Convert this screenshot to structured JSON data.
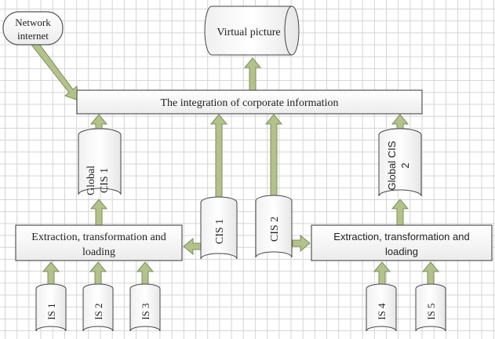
{
  "diagram": {
    "nodes": {
      "network": {
        "line1": "Network",
        "line2": "internet"
      },
      "virtual_picture": {
        "label": "Virtual picture"
      },
      "integration": {
        "label": "The integration of corporate information"
      },
      "global_cis_1": {
        "line1": "Global",
        "line2": "CIS 1"
      },
      "global_cis_2": {
        "line1": "Global CIS",
        "line2": "2"
      },
      "cis_1": {
        "label": "CIS 1"
      },
      "cis_2": {
        "label": "CIS 2"
      },
      "etl_left": {
        "line1": "Extraction, transformation and",
        "line2": "loading"
      },
      "etl_right": {
        "line1": "Extraction, transformation and",
        "line2": "loading"
      },
      "is_1": {
        "label": "IS 1"
      },
      "is_2": {
        "label": "IS 2"
      },
      "is_3": {
        "label": "IS 3"
      },
      "is_4": {
        "label": "IS 4"
      },
      "is_5": {
        "label": "IS 5"
      }
    },
    "edges": [
      {
        "from": "Network internet",
        "to": "The integration of corporate information"
      },
      {
        "from": "The integration of corporate information",
        "to": "Virtual picture"
      },
      {
        "from": "Global CIS 1",
        "to": "The integration of corporate information"
      },
      {
        "from": "CIS 1",
        "to": "The integration of corporate information"
      },
      {
        "from": "CIS 2",
        "to": "The integration of corporate information"
      },
      {
        "from": "Global CIS 2",
        "to": "The integration of corporate information"
      },
      {
        "from": "Extraction, transformation and loading (left)",
        "to": "Global CIS 1"
      },
      {
        "from": "Extraction, transformation and loading (right)",
        "to": "Global CIS 2"
      },
      {
        "from": "CIS 1",
        "to": "Extraction, transformation and loading (left)"
      },
      {
        "from": "CIS 2",
        "to": "Extraction, transformation and loading (right)"
      },
      {
        "from": "IS 1",
        "to": "Extraction, transformation and loading (left)"
      },
      {
        "from": "IS 2",
        "to": "Extraction, transformation and loading (left)"
      },
      {
        "from": "IS 3",
        "to": "Extraction, transformation and loading (left)"
      },
      {
        "from": "IS 4",
        "to": "Extraction, transformation and loading (right)"
      },
      {
        "from": "IS 5",
        "to": "Extraction, transformation and loading (right)"
      }
    ],
    "colors": {
      "arrow_fill": "#b3c28a",
      "arrow_stroke": "#7f8d5c",
      "shape_stroke": "#555555",
      "grid": "#d4d4d4"
    }
  }
}
